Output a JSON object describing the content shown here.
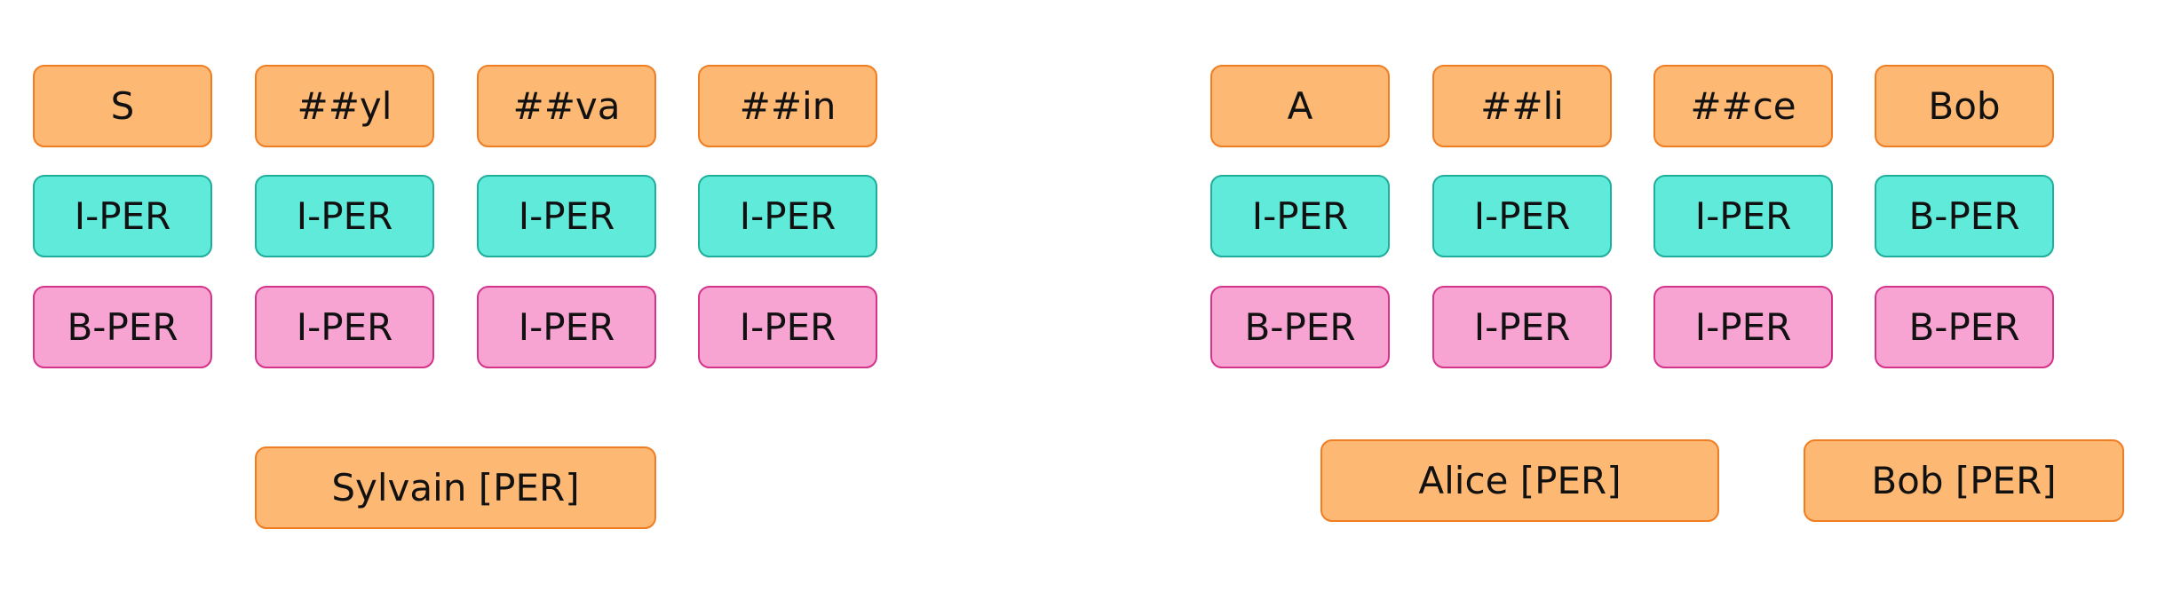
{
  "colors": {
    "token_fill": "#fdb874",
    "token_border": "#ef7d22",
    "label_row1_fill": "#5feada",
    "label_row1_border": "#1fae9c",
    "label_row2_fill": "#f7a4d3",
    "label_row2_border": "#d4338a"
  },
  "left": {
    "tokens": [
      "S",
      "##yl",
      "##va",
      "##in"
    ],
    "labels_row1": [
      "I-PER",
      "I-PER",
      "I-PER",
      "I-PER"
    ],
    "labels_row2": [
      "B-PER",
      "I-PER",
      "I-PER",
      "I-PER"
    ],
    "entities": [
      "Sylvain [PER]"
    ]
  },
  "right": {
    "tokens": [
      "A",
      "##li",
      "##ce",
      "Bob"
    ],
    "labels_row1": [
      "I-PER",
      "I-PER",
      "I-PER",
      "B-PER"
    ],
    "labels_row2": [
      "B-PER",
      "I-PER",
      "I-PER",
      "B-PER"
    ],
    "entities": [
      "Alice [PER]",
      "Bob [PER]"
    ]
  }
}
